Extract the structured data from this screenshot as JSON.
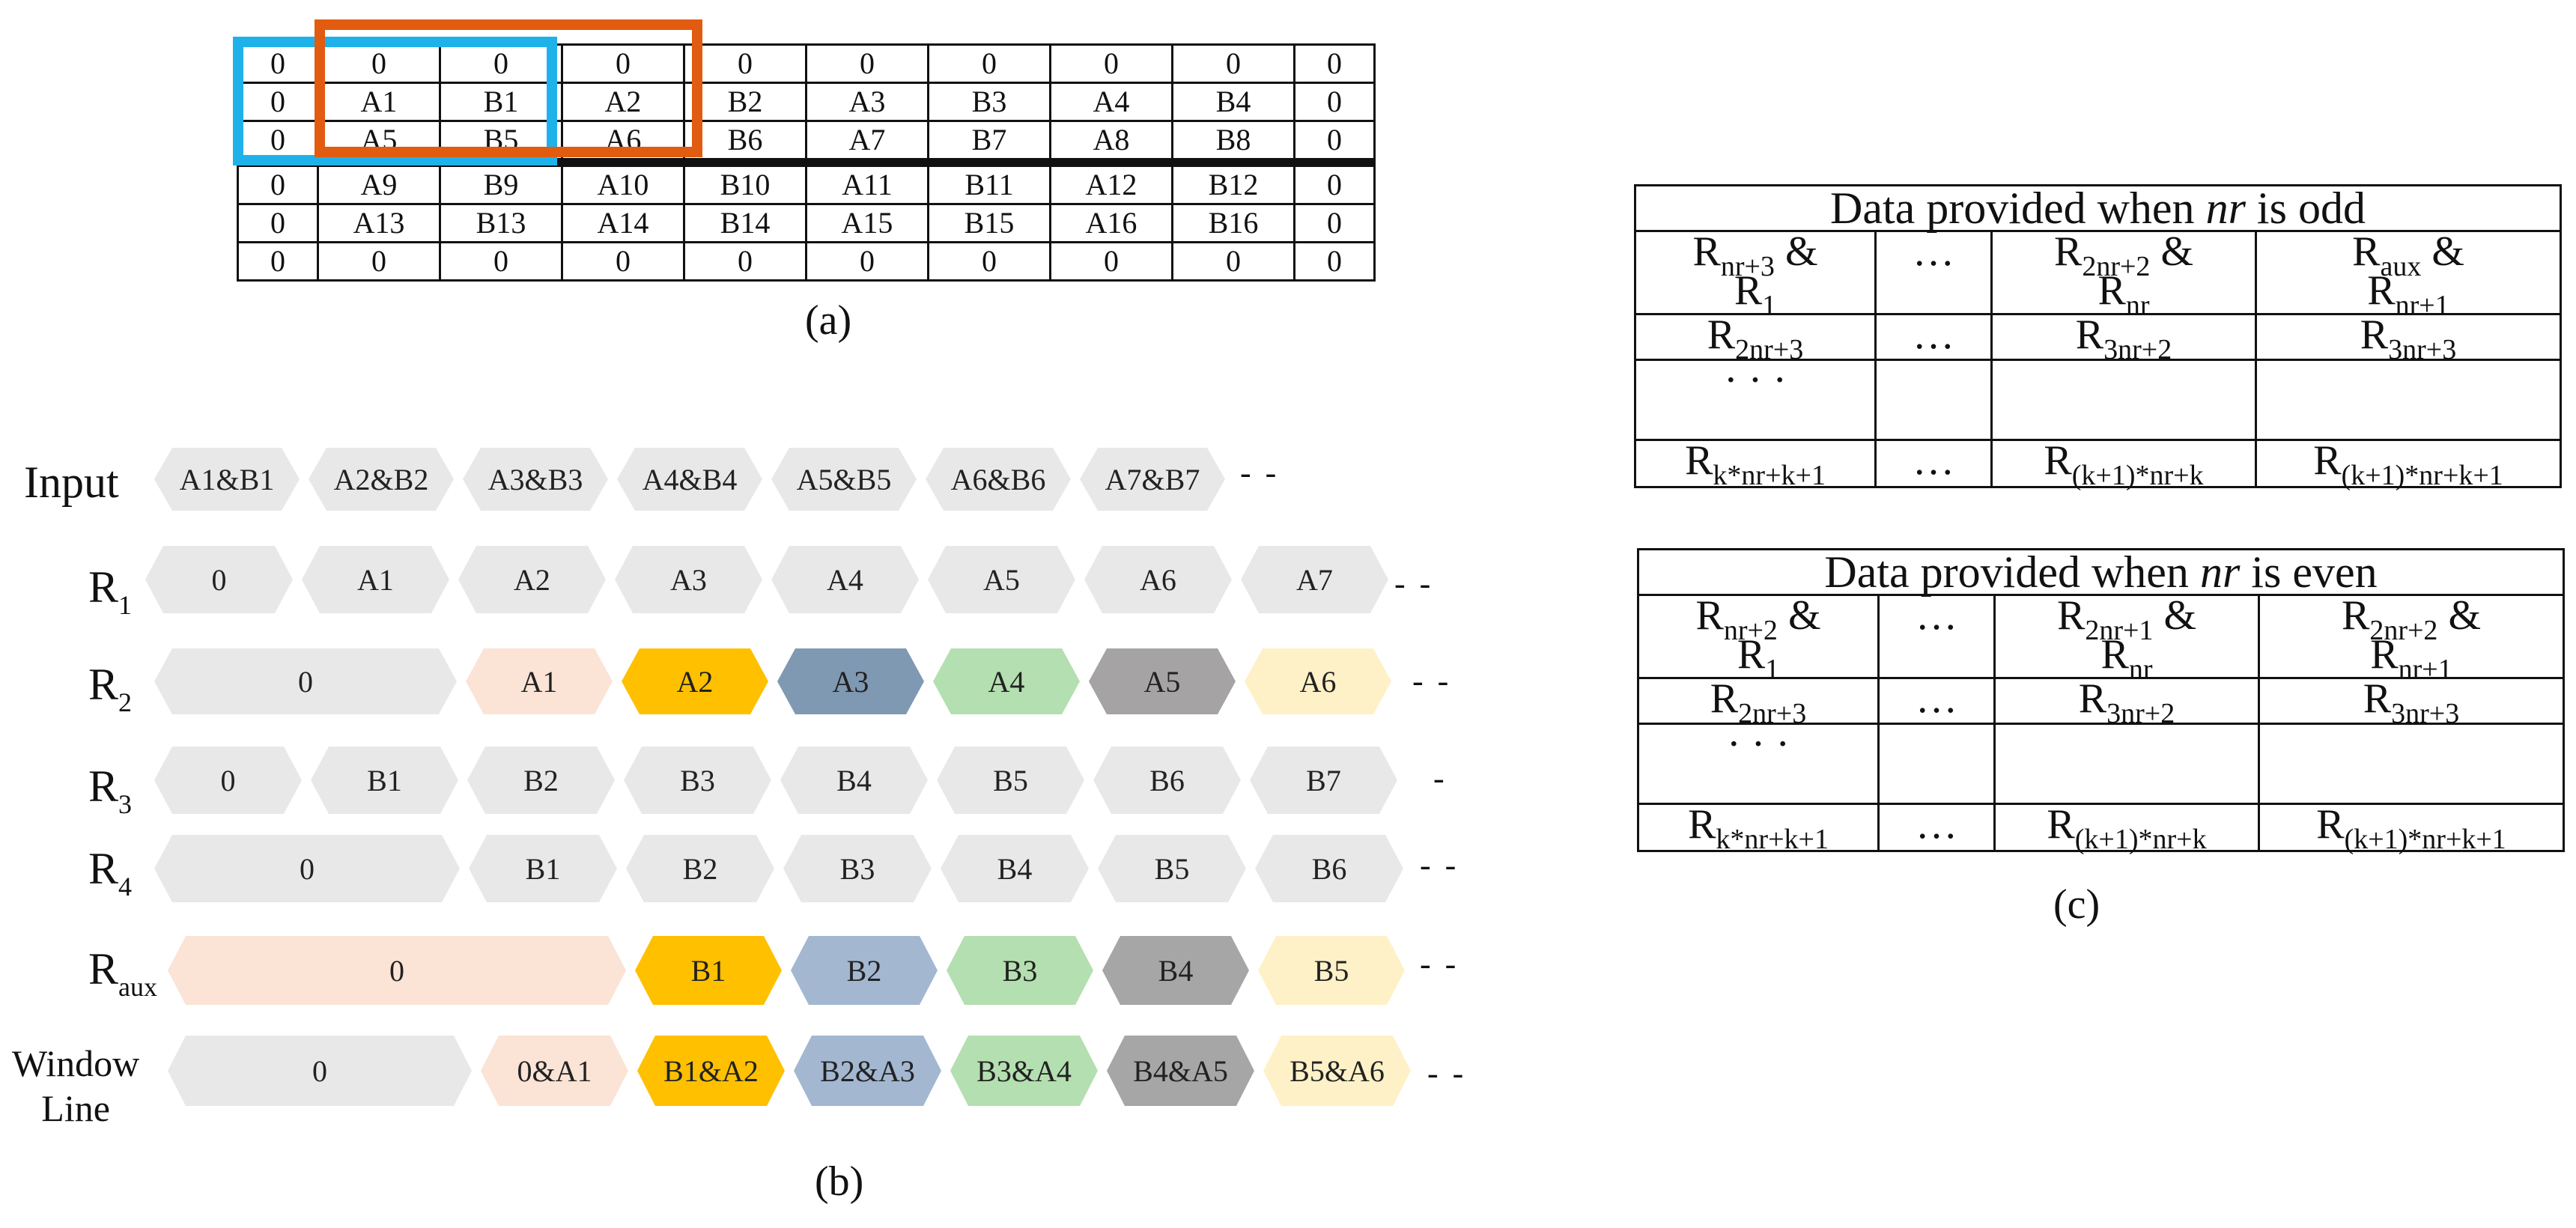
{
  "panel_a": {
    "caption": "(a)",
    "grid": [
      [
        "0",
        "0",
        "0",
        "0",
        "0",
        "0",
        "0",
        "0",
        "0",
        "0"
      ],
      [
        "0",
        "A1",
        "B1",
        "A2",
        "B2",
        "A3",
        "B3",
        "A4",
        "B4",
        "0"
      ],
      [
        "0",
        "A5",
        "B5",
        "A6",
        "B6",
        "A7",
        "B7",
        "A8",
        "B8",
        "0"
      ],
      [
        "0",
        "A9",
        "B9",
        "A10",
        "B10",
        "A11",
        "B11",
        "A12",
        "B12",
        "0"
      ],
      [
        "0",
        "A13",
        "B13",
        "A14",
        "B14",
        "A15",
        "B15",
        "A16",
        "B16",
        "0"
      ],
      [
        "0",
        "0",
        "0",
        "0",
        "0",
        "0",
        "0",
        "0",
        "0",
        "0"
      ]
    ],
    "colors": {
      "blue_box": "#1fb2ea",
      "orange_box": "#e15c10"
    }
  },
  "panel_b": {
    "caption": "(b)",
    "dash": "- -",
    "dash_short": "-",
    "colors": {
      "gray": "#e8e8e8",
      "peach": "#fbe3d6",
      "gold": "#ffc000",
      "steel": "#7f99b3",
      "blue_light": "#a3b7d1",
      "green": "#b4dfb0",
      "gray_dark": "#a5a3a4",
      "gray_mid": "#a6a6a6",
      "cream": "#fff1c7"
    },
    "rows": [
      {
        "label": "Input",
        "label_sub": "",
        "cells": [
          {
            "text": "A1&B1",
            "x1": 0.0,
            "x2": 1.0,
            "color": "gray"
          },
          {
            "text": "A2&B2",
            "x1": 1.0,
            "x2": 2.0,
            "color": "gray"
          },
          {
            "text": "A3&B3",
            "x1": 2.0,
            "x2": 3.0,
            "color": "gray"
          },
          {
            "text": "A4&B4",
            "x1": 3.0,
            "x2": 4.0,
            "color": "gray"
          },
          {
            "text": "A5&B5",
            "x1": 4.0,
            "x2": 5.0,
            "color": "gray"
          },
          {
            "text": "A6&B6",
            "x1": 5.0,
            "x2": 6.0,
            "color": "gray"
          },
          {
            "text": "A7&B7",
            "x1": 6.0,
            "x2": 7.0,
            "color": "gray"
          }
        ]
      },
      {
        "label": "R",
        "label_sub": "1",
        "cells": [
          {
            "text": "0",
            "x1": 0.0,
            "x2": 1.0,
            "color": "gray"
          },
          {
            "text": "A1",
            "x1": 1.0,
            "x2": 2.0,
            "color": "gray"
          },
          {
            "text": "A2",
            "x1": 2.0,
            "x2": 3.0,
            "color": "gray"
          },
          {
            "text": "A3",
            "x1": 3.0,
            "x2": 4.0,
            "color": "gray"
          },
          {
            "text": "A4",
            "x1": 4.0,
            "x2": 5.0,
            "color": "gray"
          },
          {
            "text": "A5",
            "x1": 5.0,
            "x2": 6.0,
            "color": "gray"
          },
          {
            "text": "A6",
            "x1": 6.0,
            "x2": 7.0,
            "color": "gray"
          },
          {
            "text": "A7",
            "x1": 7.0,
            "x2": 8.0,
            "color": "gray"
          }
        ]
      },
      {
        "label": "R",
        "label_sub": "2",
        "cells": [
          {
            "text": "0",
            "x1": 0.0,
            "x2": 2.0,
            "color": "gray"
          },
          {
            "text": "A1",
            "x1": 2.0,
            "x2": 3.0,
            "color": "peach"
          },
          {
            "text": "A2",
            "x1": 3.0,
            "x2": 4.0,
            "color": "gold"
          },
          {
            "text": "A3",
            "x1": 4.0,
            "x2": 5.0,
            "color": "steel"
          },
          {
            "text": "A4",
            "x1": 5.0,
            "x2": 6.0,
            "color": "green"
          },
          {
            "text": "A5",
            "x1": 6.0,
            "x2": 7.0,
            "color": "gray_dark"
          },
          {
            "text": "A6",
            "x1": 7.0,
            "x2": 8.0,
            "color": "cream"
          }
        ]
      },
      {
        "label": "R",
        "label_sub": "3",
        "cells": [
          {
            "text": "0",
            "x1": 0.0,
            "x2": 1.0,
            "color": "gray"
          },
          {
            "text": "B1",
            "x1": 1.0,
            "x2": 2.0,
            "color": "gray"
          },
          {
            "text": "B2",
            "x1": 2.0,
            "x2": 3.0,
            "color": "gray"
          },
          {
            "text": "B3",
            "x1": 3.0,
            "x2": 4.0,
            "color": "gray"
          },
          {
            "text": "B4",
            "x1": 4.0,
            "x2": 5.0,
            "color": "gray"
          },
          {
            "text": "B5",
            "x1": 5.0,
            "x2": 6.0,
            "color": "gray"
          },
          {
            "text": "B6",
            "x1": 6.0,
            "x2": 7.0,
            "color": "gray"
          },
          {
            "text": "B7",
            "x1": 7.0,
            "x2": 8.0,
            "color": "gray"
          }
        ]
      },
      {
        "label": "R",
        "label_sub": "4",
        "cells": [
          {
            "text": "0",
            "x1": 0.0,
            "x2": 2.0,
            "color": "gray"
          },
          {
            "text": "B1",
            "x1": 2.0,
            "x2": 3.0,
            "color": "gray"
          },
          {
            "text": "B2",
            "x1": 3.0,
            "x2": 4.0,
            "color": "gray"
          },
          {
            "text": "B3",
            "x1": 4.0,
            "x2": 5.0,
            "color": "gray"
          },
          {
            "text": "B4",
            "x1": 5.0,
            "x2": 6.0,
            "color": "gray"
          },
          {
            "text": "B5",
            "x1": 6.0,
            "x2": 7.0,
            "color": "gray"
          },
          {
            "text": "B6",
            "x1": 7.0,
            "x2": 8.0,
            "color": "gray"
          }
        ]
      },
      {
        "label": "R",
        "label_sub": "aux",
        "cells": [
          {
            "text": "0",
            "x1": 0.0,
            "x2": 3.0,
            "color": "peach"
          },
          {
            "text": "B1",
            "x1": 3.0,
            "x2": 4.0,
            "color": "gold"
          },
          {
            "text": "B2",
            "x1": 4.0,
            "x2": 5.0,
            "color": "blue_light"
          },
          {
            "text": "B3",
            "x1": 5.0,
            "x2": 6.0,
            "color": "green"
          },
          {
            "text": "B4",
            "x1": 6.0,
            "x2": 7.0,
            "color": "gray_mid"
          },
          {
            "text": "B5",
            "x1": 7.0,
            "x2": 8.0,
            "color": "cream"
          }
        ]
      },
      {
        "label": "Window",
        "label2": "Line",
        "label_sub": "",
        "cells": [
          {
            "text": "0",
            "x1": 0.0,
            "x2": 2.0,
            "color": "gray"
          },
          {
            "text": "0&A1",
            "x1": 2.0,
            "x2": 3.0,
            "color": "peach"
          },
          {
            "text": "B1&A2",
            "x1": 3.0,
            "x2": 4.0,
            "color": "gold"
          },
          {
            "text": "B2&A3",
            "x1": 4.0,
            "x2": 5.0,
            "color": "blue_light"
          },
          {
            "text": "B3&A4",
            "x1": 5.0,
            "x2": 6.0,
            "color": "green"
          },
          {
            "text": "B4&A5",
            "x1": 6.0,
            "x2": 7.0,
            "color": "gray_mid"
          },
          {
            "text": "B5&A6",
            "x1": 7.0,
            "x2": 8.0,
            "color": "cream"
          }
        ]
      }
    ]
  },
  "panel_c": {
    "caption": "(c)",
    "odd": {
      "title_pre": "Data provided when ",
      "title_em": "nr",
      "title_post": " is odd",
      "r1c1_a": "R",
      "r1c1_a_sub": "nr+3",
      "r1c1_a_post": " &",
      "r1c1_b": "R",
      "r1c1_b_sub": "1",
      "ellipsis": "…",
      "r1c3_a": "R",
      "r1c3_a_sub": "2nr+2",
      "r1c3_a_post": " &",
      "r1c3_b": "R",
      "r1c3_b_sub": "nr",
      "r1c4_a": "R",
      "r1c4_a_sub": "aux",
      "r1c4_a_post": " &",
      "r1c4_b": "R",
      "r1c4_b_sub": "nr+1",
      "r2c1": "R",
      "r2c1_sub": "2nr+3",
      "r2c3": "R",
      "r2c3_sub": "3nr+2",
      "r2c4": "R",
      "r2c4_sub": "3nr+3",
      "vdots": "· · ·",
      "r4c1": "R",
      "r4c1_sub": "k*nr+k+1",
      "r4c3": "R",
      "r4c3_sub": "(k+1)*nr+k",
      "r4c4": "R",
      "r4c4_sub": "(k+1)*nr+k+1"
    },
    "even": {
      "title_pre": "Data provided when ",
      "title_em": "nr",
      "title_post": " is even",
      "r1c1_a": "R",
      "r1c1_a_sub": "nr+2",
      "r1c1_a_post": " &",
      "r1c1_b": "R",
      "r1c1_b_sub": "1",
      "ellipsis": "…",
      "r1c3_a": "R",
      "r1c3_a_sub": "2nr+1",
      "r1c3_a_post": " &",
      "r1c3_b": "R",
      "r1c3_b_sub": "nr",
      "r1c4_a": "R",
      "r1c4_a_sub": "2nr+2",
      "r1c4_a_post": " &",
      "r1c4_b": "R",
      "r1c4_b_sub": "nr+1",
      "r2c1": "R",
      "r2c1_sub": "2nr+3",
      "r2c3": "R",
      "r2c3_sub": "3nr+2",
      "r2c4": "R",
      "r2c4_sub": "3nr+3",
      "vdots": "· · ·",
      "r4c1": "R",
      "r4c1_sub": "k*nr+k+1",
      "r4c3": "R",
      "r4c3_sub": "(k+1)*nr+k",
      "r4c4": "R",
      "r4c4_sub": "(k+1)*nr+k+1"
    }
  }
}
